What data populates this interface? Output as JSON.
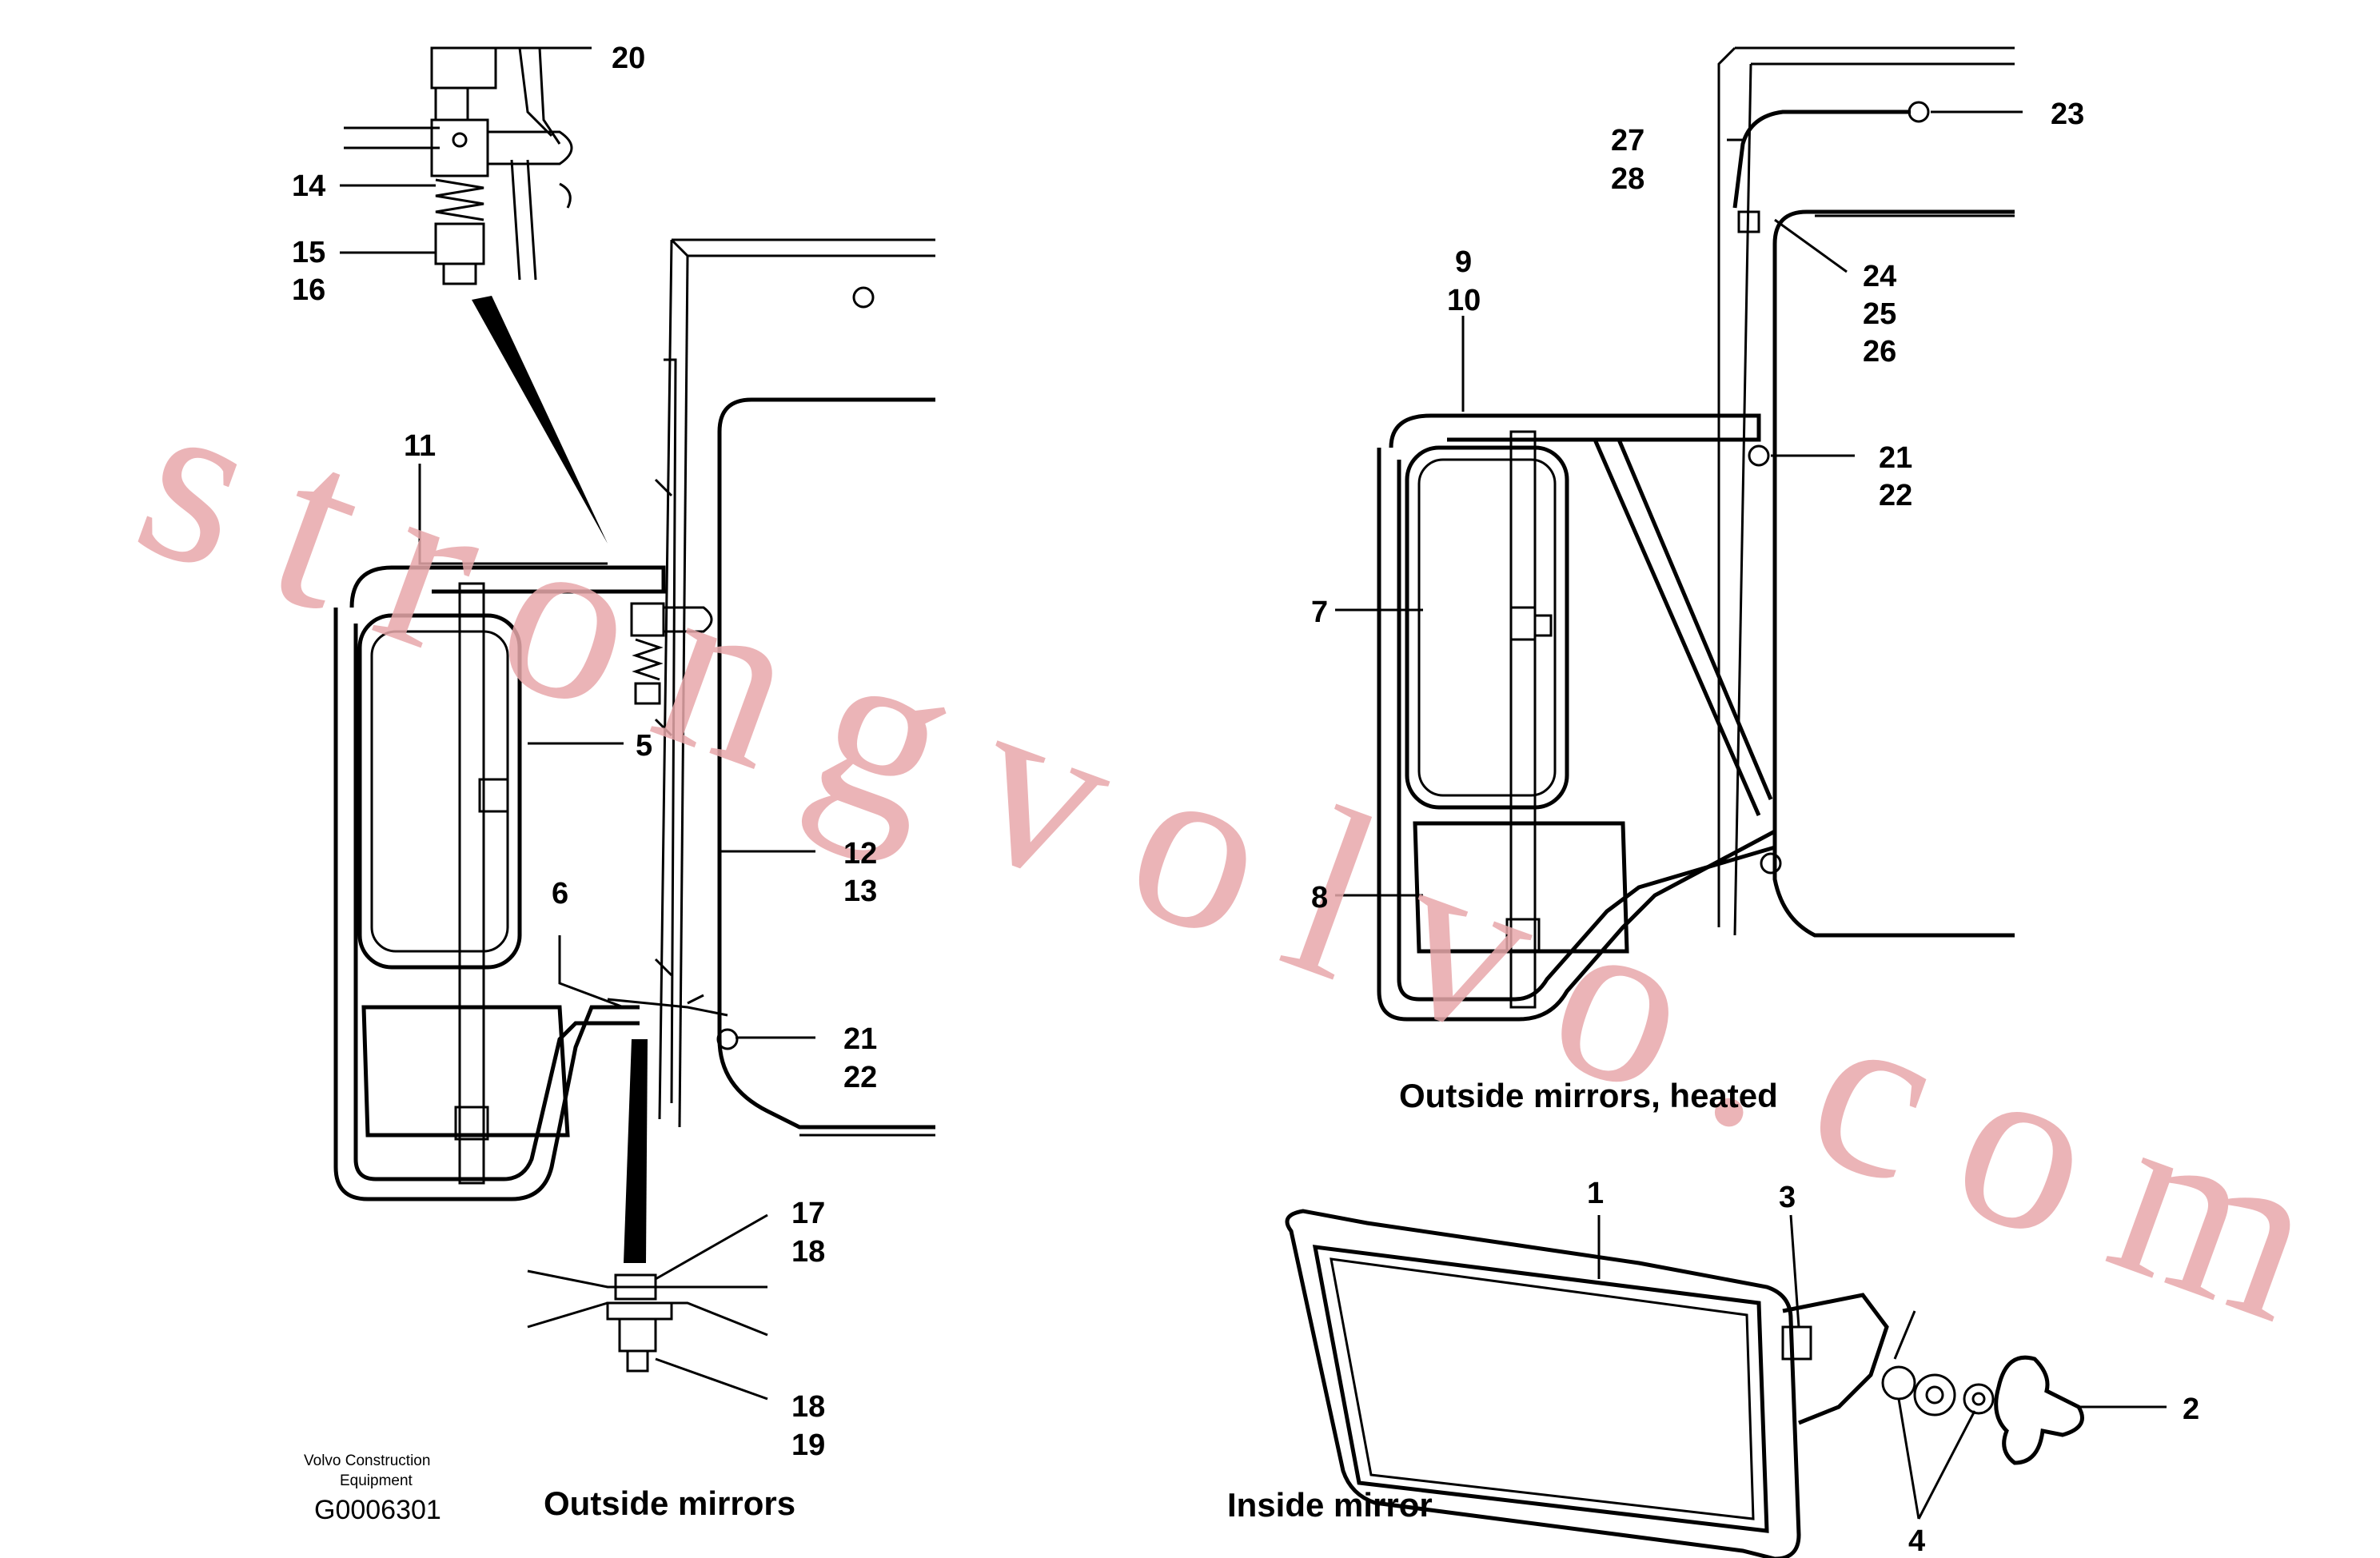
{
  "watermark": "strongvolvo.com",
  "publisher": {
    "line1": "Volvo Construction",
    "line2": "Equipment",
    "code": "G0006301"
  },
  "captions": {
    "outside_mirrors": "Outside mirrors",
    "outside_mirrors_heated": "Outside mirrors, heated",
    "inside_mirror": "Inside mirror"
  },
  "callouts": {
    "c20": "20",
    "c14": "14",
    "c15": "15",
    "c16": "16",
    "c11": "11",
    "c5": "5",
    "c12": "12",
    "c13": "13",
    "c6": "6",
    "c21a": "21",
    "c22a": "22",
    "c17": "17",
    "c18a": "18",
    "c18b": "18",
    "c19": "19",
    "c27": "27",
    "c28": "28",
    "c23": "23",
    "c9": "9",
    "c10": "10",
    "c24": "24",
    "c25": "25",
    "c26": "26",
    "c21b": "21",
    "c22b": "22",
    "c7": "7",
    "c8": "8",
    "c1": "1",
    "c3": "3",
    "c2": "2",
    "c4": "4"
  }
}
